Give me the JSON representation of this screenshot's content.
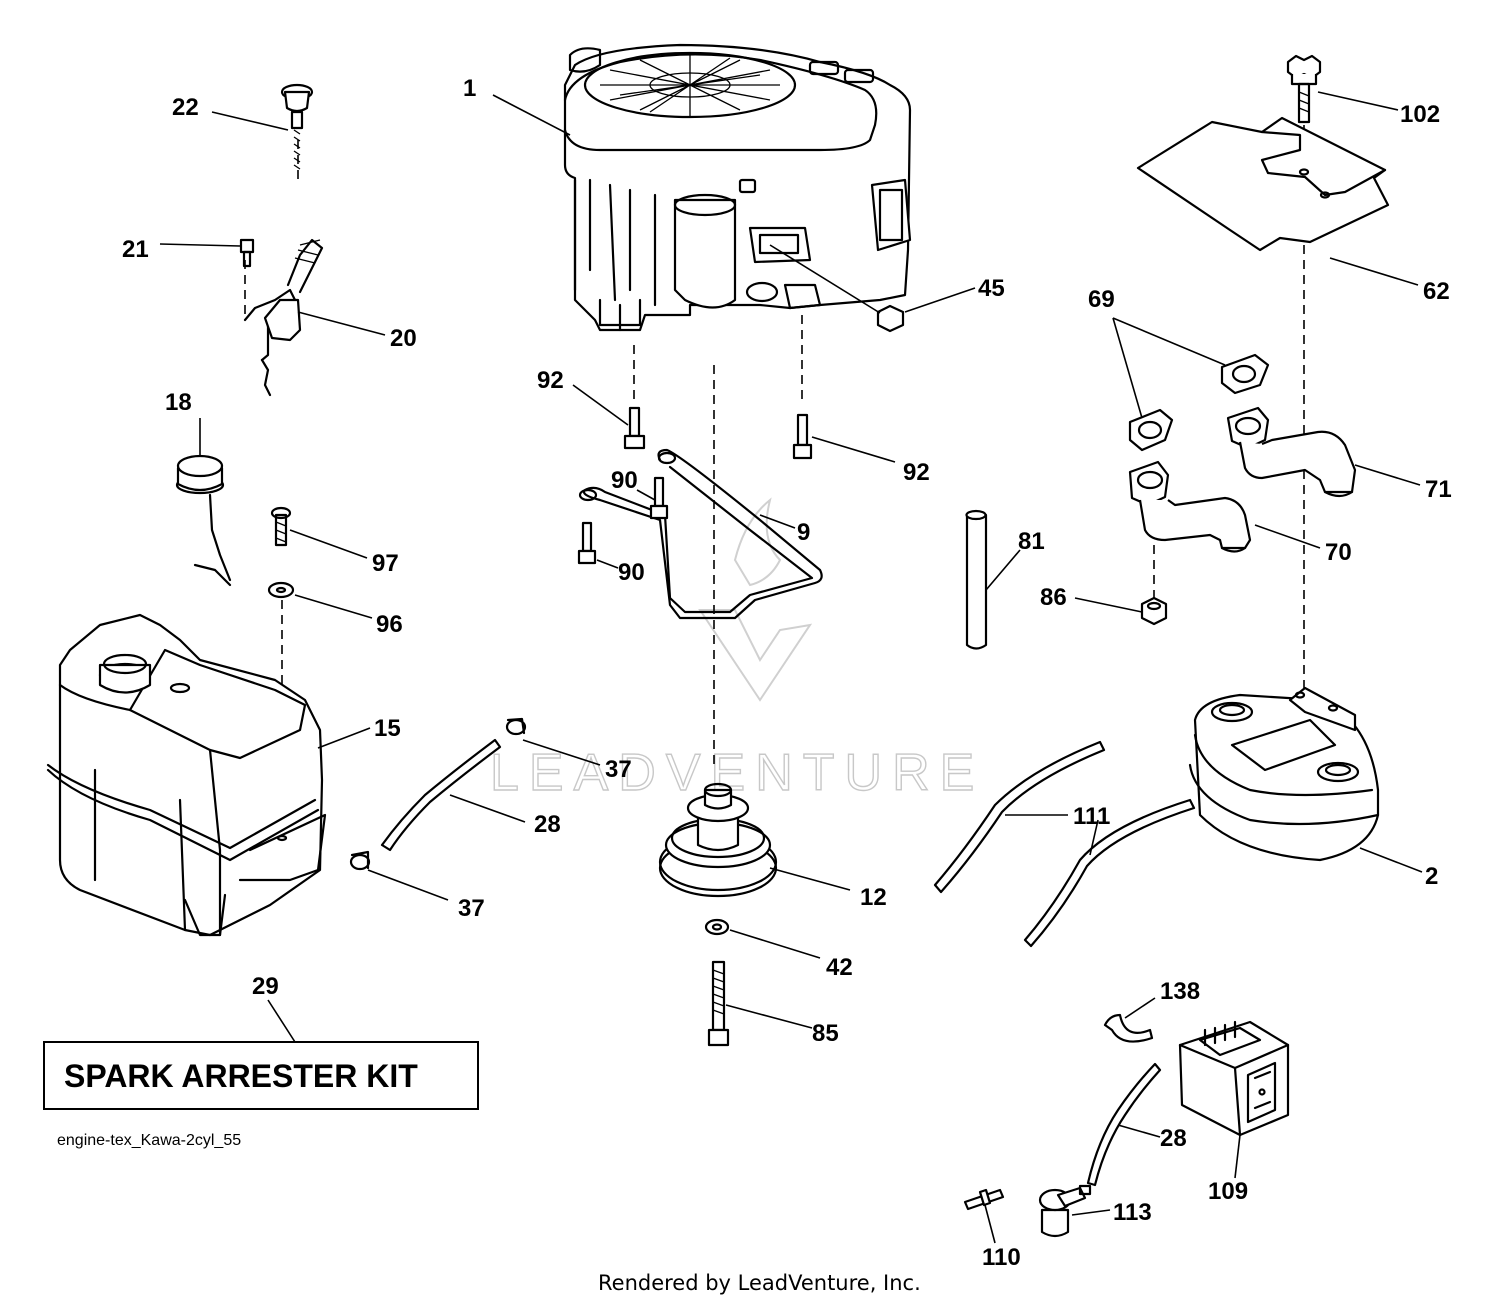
{
  "diagram": {
    "drawing_code": "engine-tex_Kawa-2cyl_55",
    "credit": "Rendered by LeadVenture, Inc.",
    "watermark": "LEADVENTURE",
    "kit_label": "SPARK ARRESTER KIT",
    "callouts": {
      "c1": "1",
      "c2": "2",
      "c9": "9",
      "c12": "12",
      "c15": "15",
      "c18": "18",
      "c20": "20",
      "c21": "21",
      "c22": "22",
      "c28a": "28",
      "c28b": "28",
      "c29": "29",
      "c37a": "37",
      "c37b": "37",
      "c42": "42",
      "c45": "45",
      "c62": "62",
      "c69": "69",
      "c70": "70",
      "c71": "71",
      "c81": "81",
      "c85": "85",
      "c86": "86",
      "c90a": "90",
      "c90b": "90",
      "c92a": "92",
      "c92b": "92",
      "c96": "96",
      "c97": "97",
      "c102": "102",
      "c109": "109",
      "c110": "110",
      "c111": "111",
      "c113": "113",
      "c138": "138"
    }
  }
}
